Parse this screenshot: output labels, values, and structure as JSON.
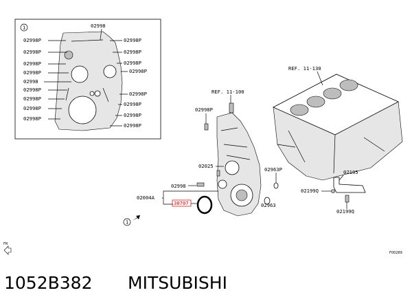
{
  "inset": {
    "marker": "1",
    "top_label": "02998",
    "left_labels": [
      "02998P",
      "02998P",
      "02998P",
      "02998P",
      "02998",
      "02998P",
      "02998P",
      "02998P",
      "02998P"
    ],
    "right_labels": [
      "02998P",
      "02998P",
      "02998P",
      "02998P",
      "02998P",
      "02998P",
      "02998P",
      "02998P"
    ]
  },
  "main": {
    "ref_block": "REF. 11-130",
    "ref_cover": "REF. 11-100",
    "lbl_02998P": "02998P",
    "lbl_02025": "02025",
    "lbl_02998": "02998",
    "lbl_02004A": "02004A",
    "lbl_30707": "30707",
    "lbl_02963P": "02963P",
    "lbl_02963": "02963",
    "lbl_02105": "02105",
    "lbl_02199Q_a": "02199Q",
    "lbl_02199Q_b": "02199Q",
    "marker": "1",
    "fr_label": "FR",
    "figure_code": "F00289"
  },
  "caption": {
    "part_number": "1052B382",
    "brand": "MITSUBISHI"
  },
  "colors": {
    "highlight": "#cc0000",
    "ink": "#000000"
  }
}
